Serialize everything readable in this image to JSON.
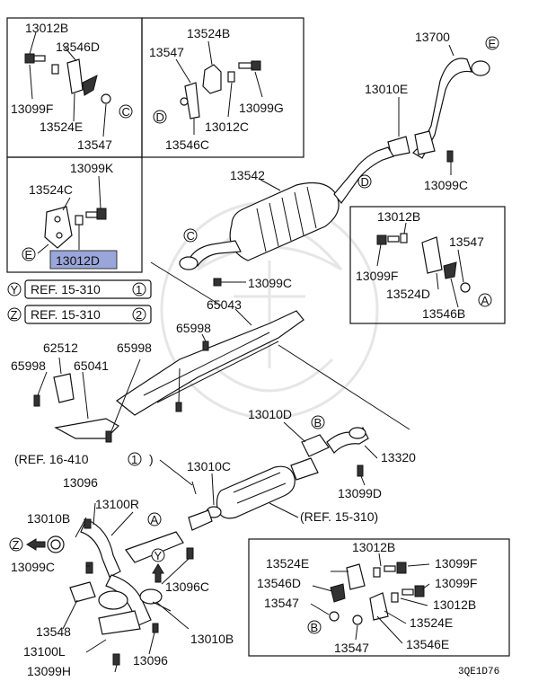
{
  "parts": {
    "p13012B_a": "13012B",
    "p13546D_a": "13546D",
    "p13099F_a": "13099F",
    "p13524E_a": "13524E",
    "p13547_a": "13547",
    "p13524B": "13524B",
    "p13547_b": "13547",
    "p13099G": "13099G",
    "p13012C": "13012C",
    "p13546C": "13546C",
    "p13700": "13700",
    "p13010E": "13010E",
    "p13099C_a": "13099C",
    "p13099K": "13099K",
    "p13524C": "13524C",
    "p13012D": "13012D",
    "p13542": "13542",
    "p13099C_b": "13099C",
    "p13012B_b": "13012B",
    "p13547_c": "13547",
    "p13099F_b": "13099F",
    "p13524D": "13524D",
    "p13546B": "13546B",
    "p65043": "65043",
    "p65998_a": "65998",
    "p62512": "62512",
    "p65998_b": "65998",
    "p65998_c": "65998",
    "p65041": "65041",
    "p13010D": "13010D",
    "p13320": "13320",
    "p13099D": "13099D",
    "p13010C": "13010C",
    "p13096_a": "13096",
    "p13100R": "13100R",
    "p13010B_a": "13010B",
    "p13099C_c": "13099C",
    "p13096C": "13096C",
    "p13548": "13548",
    "p13100L": "13100L",
    "p13099H": "13099H",
    "p13096_b": "13096",
    "p13010B_b": "13010B",
    "p13524E_b": "13524E",
    "p13012B_c": "13012B",
    "p13099F_c": "13099F",
    "p13546D_b": "13546D",
    "p13099F_d": "13099F",
    "p13547_d": "13547",
    "p13012B_d": "13012B",
    "p13524E_c": "13524E",
    "p13547_e": "13547",
    "p13546E": "13546E"
  },
  "refs": {
    "y_letter": "Y",
    "y_text": "REF. 15-310",
    "y_num": "1",
    "z_letter": "Z",
    "z_text": "REF. 15-310",
    "z_num": "2",
    "ref16": "(REF. 16-410",
    "ref16_num": "1",
    "ref16_close": ")",
    "ref15": "(REF. 15-310)"
  },
  "callouts": {
    "A": "A",
    "B": "B",
    "C": "C",
    "D": "D",
    "E": "E",
    "Y": "Y",
    "Z": "Z"
  },
  "footer": {
    "code": "3QE1D76"
  },
  "colors": {
    "highlight": "#9aa6d9",
    "ink": "#111111"
  }
}
